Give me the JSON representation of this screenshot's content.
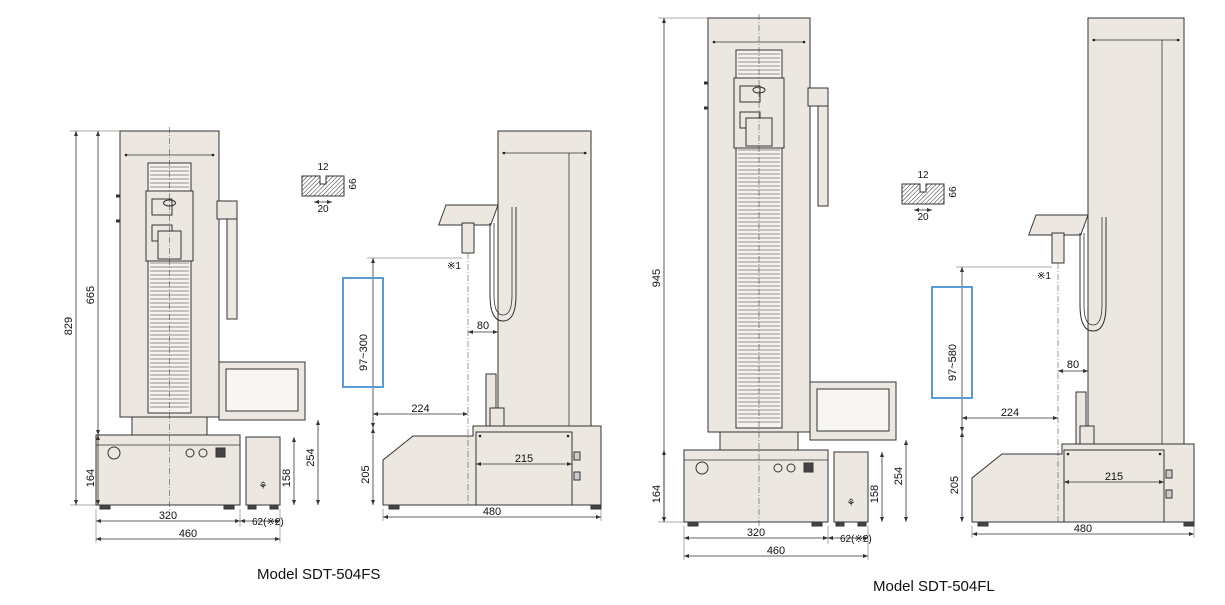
{
  "drawings": [
    {
      "model_caption": "Model SDT-504FS",
      "dims": {
        "overall_height": "829",
        "column_height": "665",
        "base_height": "164",
        "base_width": "320",
        "total_width": "460",
        "controller_width": "62(※2)",
        "controller_height": "158",
        "display_height": "254",
        "stroke_range": "97~300",
        "side_base_height": "205",
        "side_offset": "224",
        "column_offset": "80",
        "side_box_width": "215",
        "side_total_width": "480",
        "note_ref": "※1",
        "slot_top": "12",
        "slot_width": "20",
        "slot_depth": "66"
      }
    },
    {
      "model_caption": "Model SDT-504FL",
      "dims": {
        "overall_height": "945",
        "base_height": "164",
        "base_width": "320",
        "total_width": "460",
        "controller_width": "62(※2)",
        "controller_height": "158",
        "display_height": "254",
        "stroke_range": "97~580",
        "side_base_height": "205",
        "side_offset": "224",
        "column_offset": "80",
        "side_box_width": "215",
        "side_total_width": "480",
        "note_ref": "※1",
        "slot_top": "12",
        "slot_width": "20",
        "slot_depth": "66"
      }
    }
  ],
  "colors": {
    "body_fill": "#ece8e1",
    "line": "#333333",
    "highlight": "#5b9bd5"
  }
}
